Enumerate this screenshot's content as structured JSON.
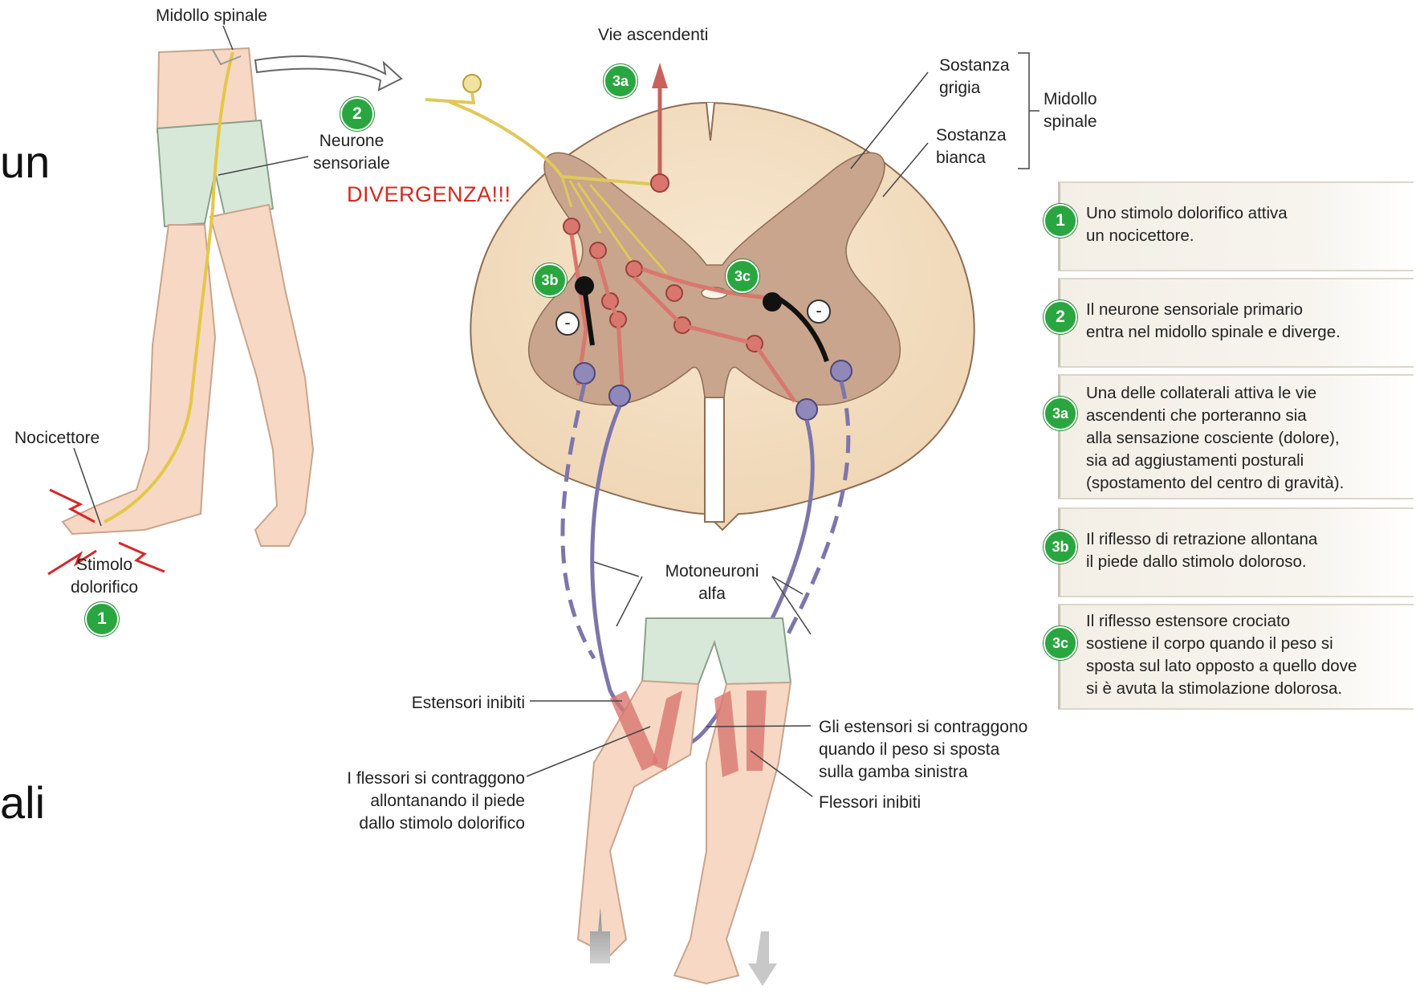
{
  "left_partial": {
    "top": "un",
    "bottom": "ali"
  },
  "labels": {
    "midollo_spinale_top": "Midollo spinale",
    "neurone_sensoriale": "Neurone\nsensoriale",
    "divergenza": "DIVERGENZA!!!",
    "nocicettore": "Nocicettore",
    "stimolo_dolorifico": "Stimolo\ndolorifico",
    "vie_ascendenti": "Vie ascendenti",
    "sostanza_grigia": "Sostanza\ngrigia",
    "sostanza_bianca": "Sostanza\nbianca",
    "midollo_spinale_brace": "Midollo\nspinale",
    "motoneuroni_alfa": "Motoneuroni\nalfa",
    "estensori_inibiti": "Estensori inibiti",
    "flessori_contraggono": "I flessori si contraggono\nallontanando il piede\ndallo stimolo dolorifico",
    "estensori_contraggono": "Gli estensori si contraggono\nquando il peso si sposta\nsulla gamba sinistra",
    "flessori_inibiti": "Flessori inibiti"
  },
  "badges": {
    "b1": "1",
    "b2": "2",
    "b3a": "3a",
    "b3b": "3b",
    "b3c": "3c"
  },
  "minus_sign": "-",
  "steps": [
    {
      "num": "1",
      "text": "Uno stimolo dolorifico attiva\nun nocicettore."
    },
    {
      "num": "2",
      "text": "Il neurone sensoriale primario\nentra nel midollo spinale e diverge."
    },
    {
      "num": "3a",
      "text": "Una delle collaterali attiva le vie\nascendenti che porteranno sia\nalla sensazione cosciente (dolore),\nsia ad aggiustamenti posturali\n(spostamento del centro di gravità)."
    },
    {
      "num": "3b",
      "text": "Il riflesso di retrazione allontana\nil piede dallo stimolo doloroso."
    },
    {
      "num": "3c",
      "text": "Il riflesso estensore crociato\nsostiene il corpo quando il peso si\nsposta sul lato opposto a quello dove\nsi è avuta la stimolazione dolorosa."
    }
  ],
  "colors": {
    "cord_white": "#f3dfc3",
    "cord_grey": "#c8a58c",
    "sensory": "#e9d77a",
    "interneuron": "#d9776f",
    "motoneuron": "#8f88b8",
    "inhibitory": "#111111",
    "skin": "#f6d8c4",
    "shorts": "#d8e8d8",
    "badge": "#2aa640",
    "divergenza": "#d42a20"
  }
}
